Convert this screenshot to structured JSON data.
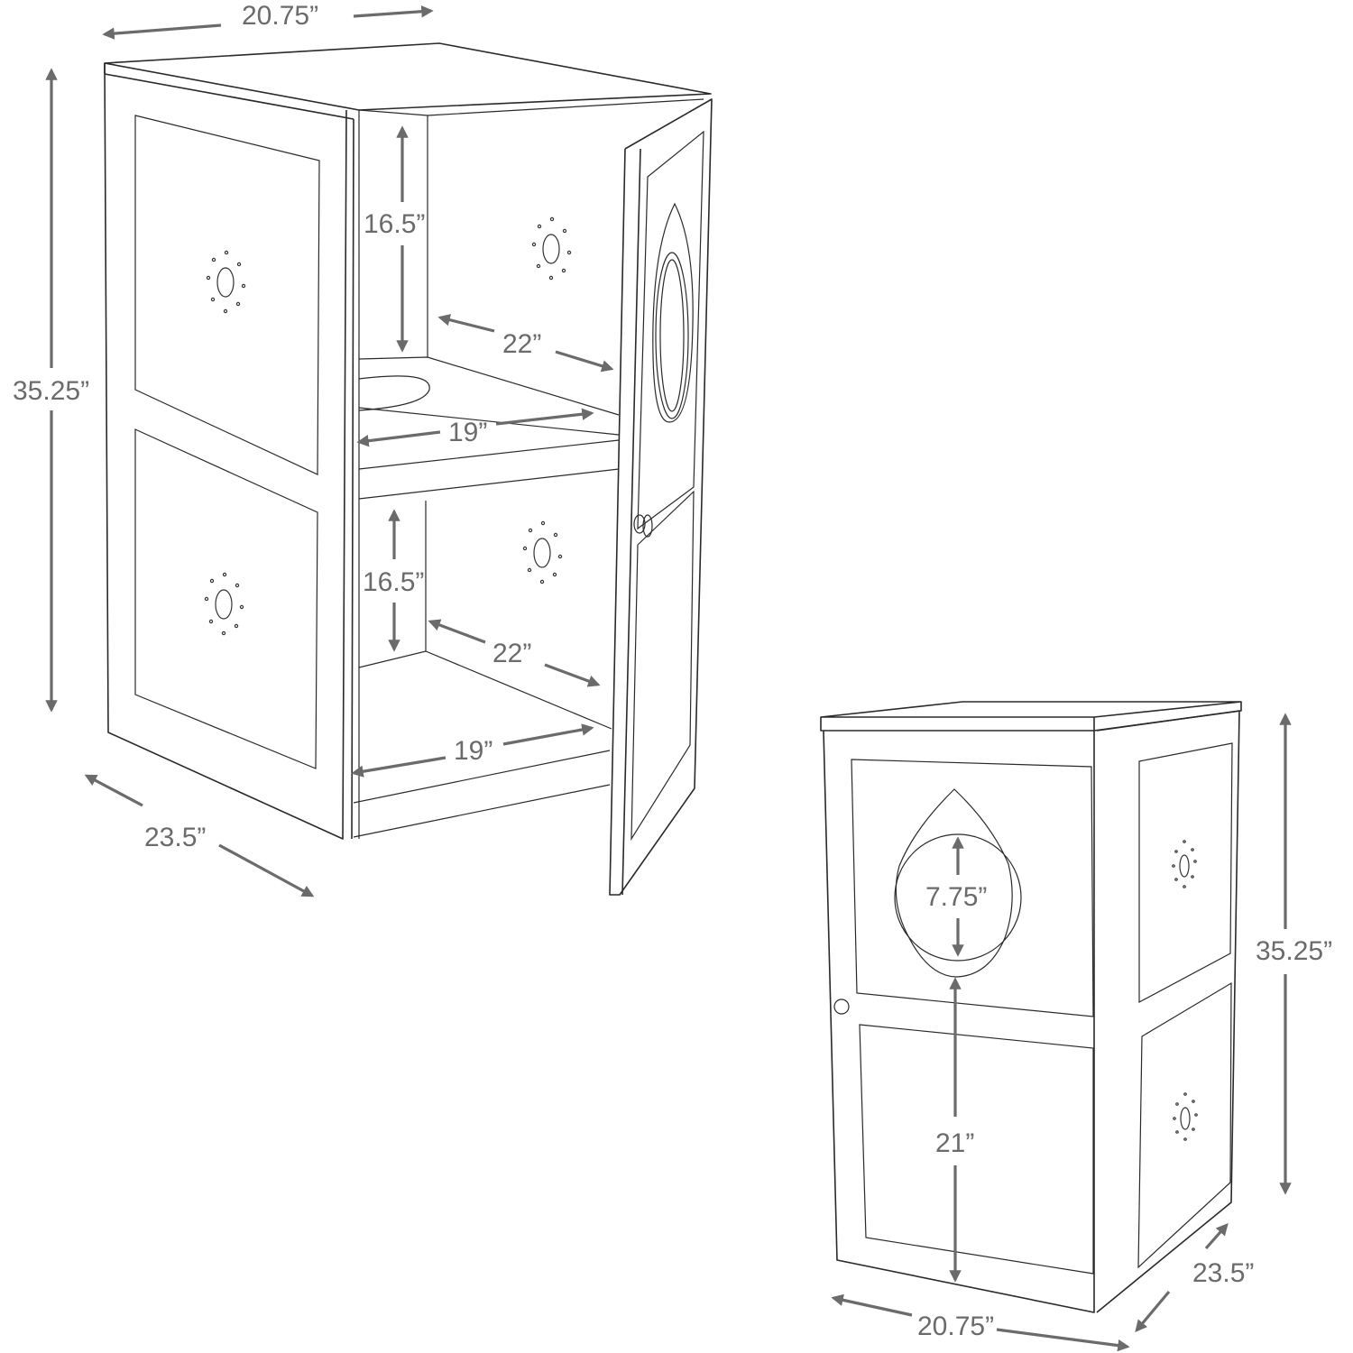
{
  "diagram": {
    "subject": "Two-tier cabinet with door, dimensions",
    "colors": {
      "line": "#2a2a2a",
      "dimension": "#6b6b6b",
      "background": "#ffffff"
    },
    "open_view": {
      "width_label": "20.75”",
      "height_label": "35.25”",
      "depth_label": "23.5”",
      "upper_compartment": {
        "height_label": "16.5”",
        "depth_label": "22”",
        "width_label": "19”"
      },
      "lower_compartment": {
        "height_label": "16.5”",
        "depth_label": "22”",
        "width_label": "19”"
      }
    },
    "closed_view": {
      "entry_hole_label": "7.75”",
      "hole_height_label": "21”",
      "height_label": "35.25”",
      "width_label": "20.75”",
      "depth_label": "23.5”"
    }
  }
}
